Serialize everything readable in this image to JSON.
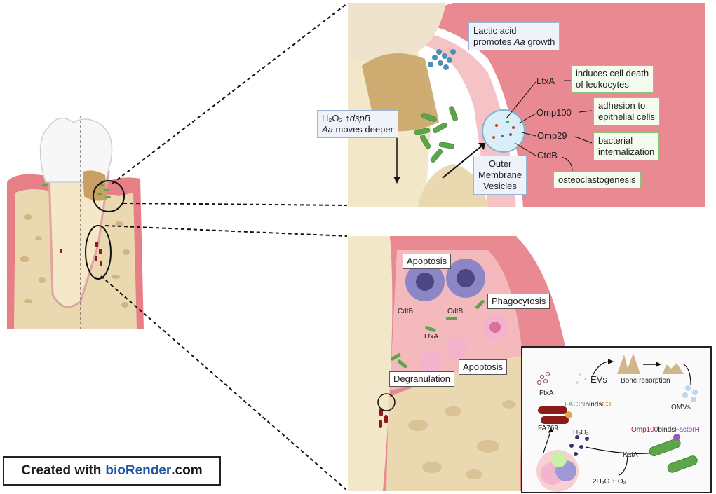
{
  "top_panel": {
    "lactic_acid": {
      "line1": "Lactic acid",
      "line2a": "promotes ",
      "line2b": "Aa",
      "line2c": " growth"
    },
    "h2o2_box": {
      "h2o2": "H₂O₂",
      "arrow": "↑",
      "gene": "dspB",
      "line2a": "Aa",
      "line2b": " moves deeper"
    },
    "omv_label": [
      "Outer",
      "Membrane",
      "Vesicles"
    ],
    "factors": [
      "LtxA",
      "Omp100",
      "Omp29",
      "CtdB"
    ],
    "effects": [
      [
        "induces cell death",
        "of leukocytes"
      ],
      [
        "adhesion to",
        "epithelial cells"
      ],
      [
        "bacterial",
        "internalization"
      ],
      [
        "osteoclastogenesis"
      ]
    ]
  },
  "bottom_panel": {
    "apoptosis_top": "Apoptosis",
    "phagocytosis": "Phagocytosis",
    "cdtb_left": "CdtB",
    "cdtb_right": "CdtB",
    "ltxa": "LtxA",
    "apoptosis_right": "Apoptosis",
    "degranulation": "Degranulation"
  },
  "inset": {
    "ftxa": "FtxA",
    "evs": "EVs",
    "bone_resorption": "Bone resorption",
    "omvs": "OMVs",
    "facin": "FACIN",
    "binds1": "binds",
    "c3": "C3",
    "fa769": "FA769",
    "h2o2": "H₂O₂",
    "omp100": "Omp100",
    "binds2": "binds",
    "factorh": "FactorH",
    "kata": "KatA",
    "water": "2H₂O + O₂"
  },
  "watermark": {
    "prefix": "Created with ",
    "brand": "bioRender",
    "suffix": ".com"
  },
  "colors": {
    "gum": "#e8888f",
    "gum_light": "#f2b8bc",
    "bone": "#eadfc6",
    "bacteria": "#5aa648",
    "box_blue": "#eef3fb",
    "box_green": "#f4fbef",
    "brand": "#1f56a6"
  }
}
